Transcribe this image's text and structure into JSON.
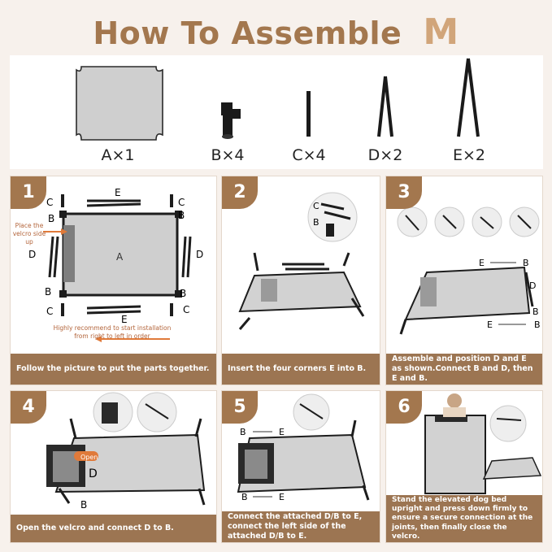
{
  "header": {
    "title": "How To Assemble",
    "size": "M"
  },
  "parts": [
    {
      "label": "A×1",
      "icon": "mesh-panel-icon"
    },
    {
      "label": "B×4",
      "icon": "corner-connector-icon"
    },
    {
      "label": "C×4",
      "icon": "short-pole-icon"
    },
    {
      "label": "D×2",
      "icon": "folding-pole-icon"
    },
    {
      "label": "E×2",
      "icon": "long-folding-pole-icon"
    }
  ],
  "steps": [
    {
      "number": "1",
      "caption": "Follow the picture to put the parts together.",
      "note_velcro": "Place the velcro side up",
      "note_install": "Highly recommend to start installation from right to left in order",
      "labels": {
        "a": "A",
        "b": "B",
        "c": "C",
        "d": "D",
        "e": "E"
      }
    },
    {
      "number": "2",
      "caption": "Insert the four corners E into B.",
      "labels": {
        "b": "B",
        "c": "C"
      }
    },
    {
      "number": "3",
      "caption": "Assemble and position D and E as shown.Connect B and D, then E and B.",
      "labels": {
        "e": "E",
        "b": "B",
        "d": "D"
      }
    },
    {
      "number": "4",
      "caption": "Open the velcro and connect D to B.",
      "open_tag": "Open",
      "labels": {
        "d": "D",
        "b": "B"
      }
    },
    {
      "number": "5",
      "caption": "Connect the attached D/B to E, connect the left side of the attached D/B to E.",
      "labels": {
        "b": "B",
        "e": "E"
      }
    },
    {
      "number": "6",
      "caption": "Stand the elevated dog bed upright and press down firmly to ensure a secure connection at the joints, then finally close the velcro."
    }
  ],
  "colors": {
    "brand": "#a3774e",
    "caption_bg": "#9c7552",
    "mesh": "#c9c9c9",
    "frame": "#1d1d1d"
  }
}
